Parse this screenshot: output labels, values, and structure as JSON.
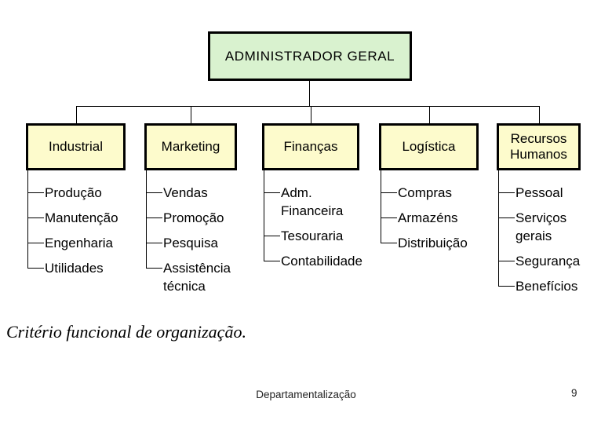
{
  "slide": {
    "title_box": "ADMINISTRADOR GERAL",
    "departments": [
      {
        "label": "Industrial",
        "items": [
          "Produção",
          "Manutenção",
          "Engenharia",
          "Utilidades"
        ]
      },
      {
        "label": "Marketing",
        "items": [
          "Vendas",
          "Promoção",
          "Pesquisa",
          "Assistência técnica"
        ]
      },
      {
        "label": "Finanças",
        "items": [
          "Adm. Financeira",
          "Tesouraria",
          "Contabilidade"
        ]
      },
      {
        "label": "Logística",
        "items": [
          "Compras",
          "Armazéns",
          "Distribuição"
        ]
      },
      {
        "label": "Recursos Humanos",
        "items": [
          "Pessoal",
          "Serviços gerais",
          "Segurança",
          "Benefícios"
        ]
      }
    ],
    "caption": "Critério funcional de organização.",
    "footer": {
      "title": "Departamentalização",
      "page_number": "9"
    }
  },
  "colors": {
    "background": "#ffffff",
    "root_box_fill": "#d9f2cf",
    "dept_box_fill": "#fdfbcc",
    "box_border": "#000000",
    "connector_line": "#000000",
    "caption_text": "#000000",
    "footer_text": "#1f1f1f"
  }
}
